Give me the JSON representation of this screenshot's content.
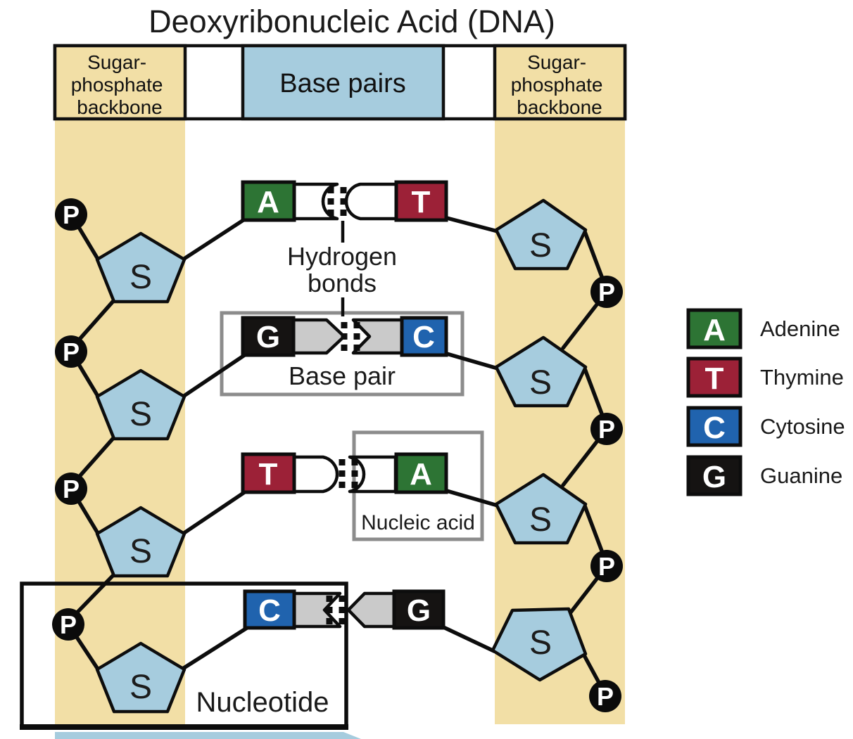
{
  "title": "Deoxyribonucleic Acid (DNA)",
  "header": {
    "left_backbone_lines": [
      "Sugar-",
      "phosphate",
      "backbone"
    ],
    "base_pairs_label": "Base pairs",
    "right_backbone_lines": [
      "Sugar-",
      "phosphate",
      "backbone"
    ]
  },
  "backbone": {
    "phosphate": "P",
    "sugar": "S"
  },
  "base_rows": [
    {
      "left": "A",
      "left_color": "#2d7434",
      "right": "T",
      "right_color": "#9c2137"
    },
    {
      "left": "G",
      "left_color": "#151312",
      "right": "C",
      "right_color": "#2063ae"
    },
    {
      "left": "T",
      "left_color": "#9c2137",
      "right": "A",
      "right_color": "#2d7434"
    },
    {
      "left": "C",
      "left_color": "#2063ae",
      "right": "G",
      "right_color": "#151312"
    }
  ],
  "annotations": {
    "hydrogen_bonds_line1": "Hydrogen",
    "hydrogen_bonds_line2": "bonds",
    "base_pair": "Base pair",
    "nucleic_acid": "Nucleic acid",
    "nucleotide": "Nucleotide"
  },
  "legend": {
    "items": [
      {
        "letter": "A",
        "name": "Adenine",
        "color": "#2d7434"
      },
      {
        "letter": "T",
        "name": "Thymine",
        "color": "#9c2137"
      },
      {
        "letter": "C",
        "name": "Cytosine",
        "color": "#2063ae"
      },
      {
        "letter": "G",
        "name": "Guanine",
        "color": "#151312"
      }
    ]
  },
  "colors": {
    "backbone_column": "#f2dfa6",
    "light_blue": "#a6ccde",
    "connector_gray": "#cacaca",
    "annotation_box_border": "#8c8c8c"
  }
}
